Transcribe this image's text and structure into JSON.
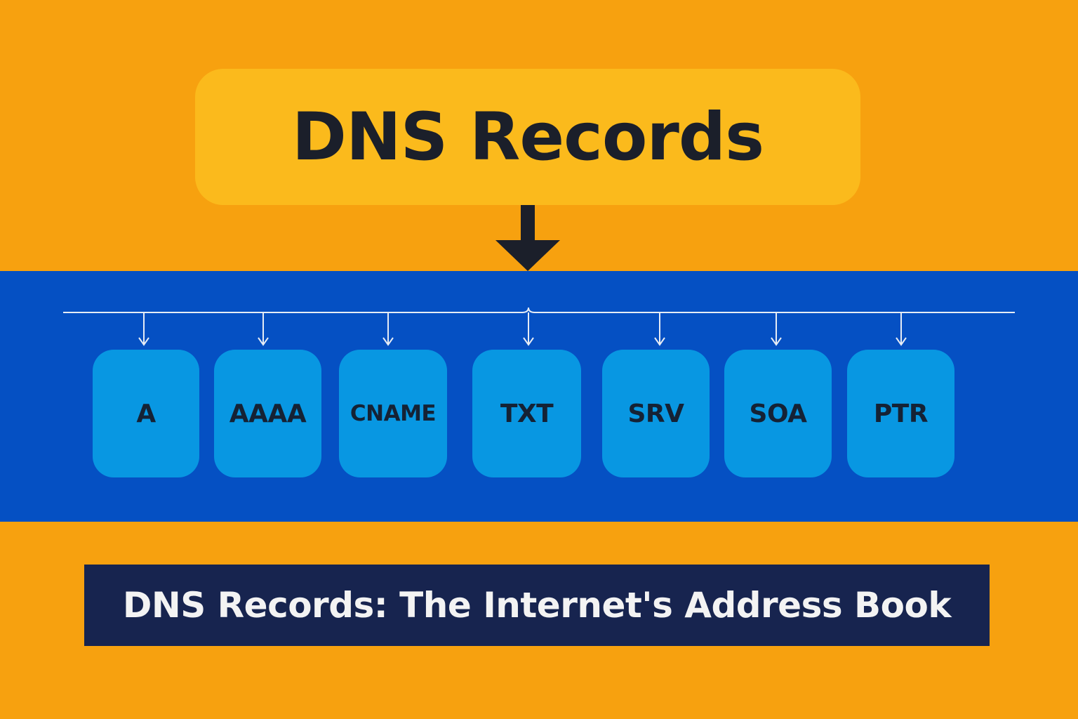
{
  "colors": {
    "background": "#F7A10F",
    "title_box": "#FBBA1C",
    "band": "#0550C3",
    "record_box": "#0897E2",
    "caption_bar": "#17244F",
    "connector": "#E6ECF5",
    "arrow": "#1B1F2A"
  },
  "diagram": {
    "title": "DNS Records",
    "records": [
      "A",
      "AAAA",
      "CNAME",
      "TXT",
      "SRV",
      "SOA",
      "PTR"
    ],
    "caption": "DNS Records: The Internet's Address Book"
  }
}
